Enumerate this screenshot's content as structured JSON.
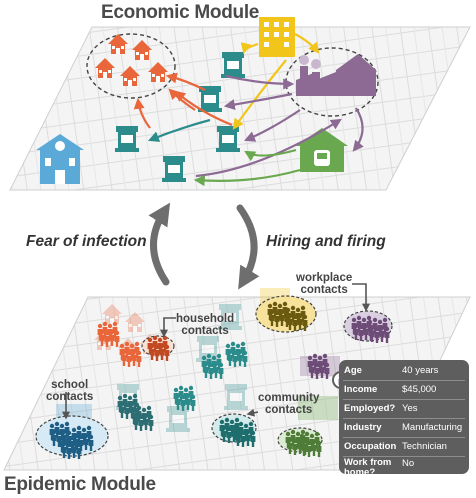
{
  "titles": {
    "economic": "Economic Module",
    "epidemic": "Epidemic Module"
  },
  "cycle": {
    "left_label": "Fear of infection",
    "right_label": "Hiring and firing"
  },
  "contact_labels": {
    "workplace": [
      "workplace",
      "contacts"
    ],
    "household": [
      "household",
      "contacts"
    ],
    "school": [
      "school",
      "contacts"
    ],
    "community": [
      "community",
      "contacts"
    ]
  },
  "agent_card": {
    "rows": [
      {
        "key": "Age",
        "value": "40 years"
      },
      {
        "key": "Income",
        "value": "$45,000"
      },
      {
        "key": "Employed?",
        "value": "Yes"
      },
      {
        "key": "Industry",
        "value": "Manufacturing"
      },
      {
        "key": "Occupation",
        "value": "Technician"
      },
      {
        "key": "Work from home?",
        "value": "No",
        "key_lines": [
          "Work from",
          "home?"
        ]
      }
    ]
  },
  "colors": {
    "households": "#e8663a",
    "schools": "#5aa9d6",
    "shops": "#2c8c8c",
    "factory": "#8c6a94",
    "office": "#f2c51b",
    "transit": "#6aa84f",
    "card_bg": "#5e5e5e",
    "cycle_arrow": "#6e6e6e"
  },
  "icons": [
    "house-icon",
    "school-icon",
    "shop-icon",
    "office-building-icon",
    "factory-icon",
    "train-station-icon",
    "person-icon"
  ]
}
